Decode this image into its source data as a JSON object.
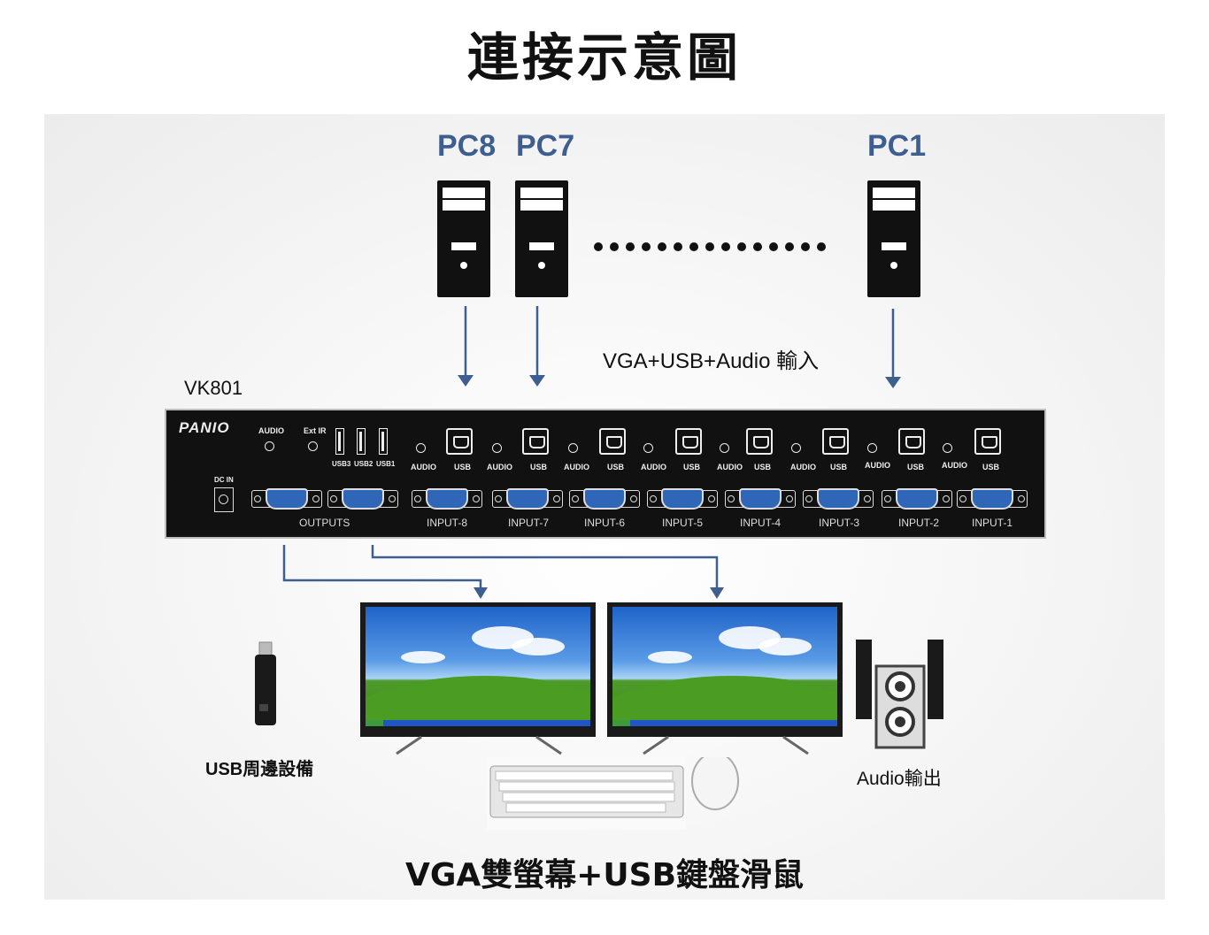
{
  "title": "連接示意圖",
  "pcs": [
    {
      "label": "PC8"
    },
    {
      "label": "PC7"
    },
    {
      "label": "PC1"
    }
  ],
  "input_label": "VGA+USB+Audio 輸入",
  "model": "VK801",
  "device": {
    "brand": "PANIO",
    "audio": "AUDIO",
    "ext_ir": "Ext IR",
    "usb_ports": [
      "USB3",
      "USB2",
      "USB1"
    ],
    "dc_in": "DC IN",
    "outputs": "OUTPUTS",
    "port_top_labels": [
      "AUDIO",
      "USB"
    ],
    "inputs": [
      "INPUT-8",
      "INPUT-7",
      "INPUT-6",
      "INPUT-5",
      "INPUT-4",
      "INPUT-3",
      "INPUT-2",
      "INPUT-1"
    ]
  },
  "usb_peripheral": "USB周邊設備",
  "audio_output": "Audio輸出",
  "bottom_caption": "VGA雙螢幕+USB鍵盤滑鼠",
  "colors": {
    "accent": "#3d5e8e",
    "device": "#111111",
    "vga_port": "#2f66b8"
  }
}
